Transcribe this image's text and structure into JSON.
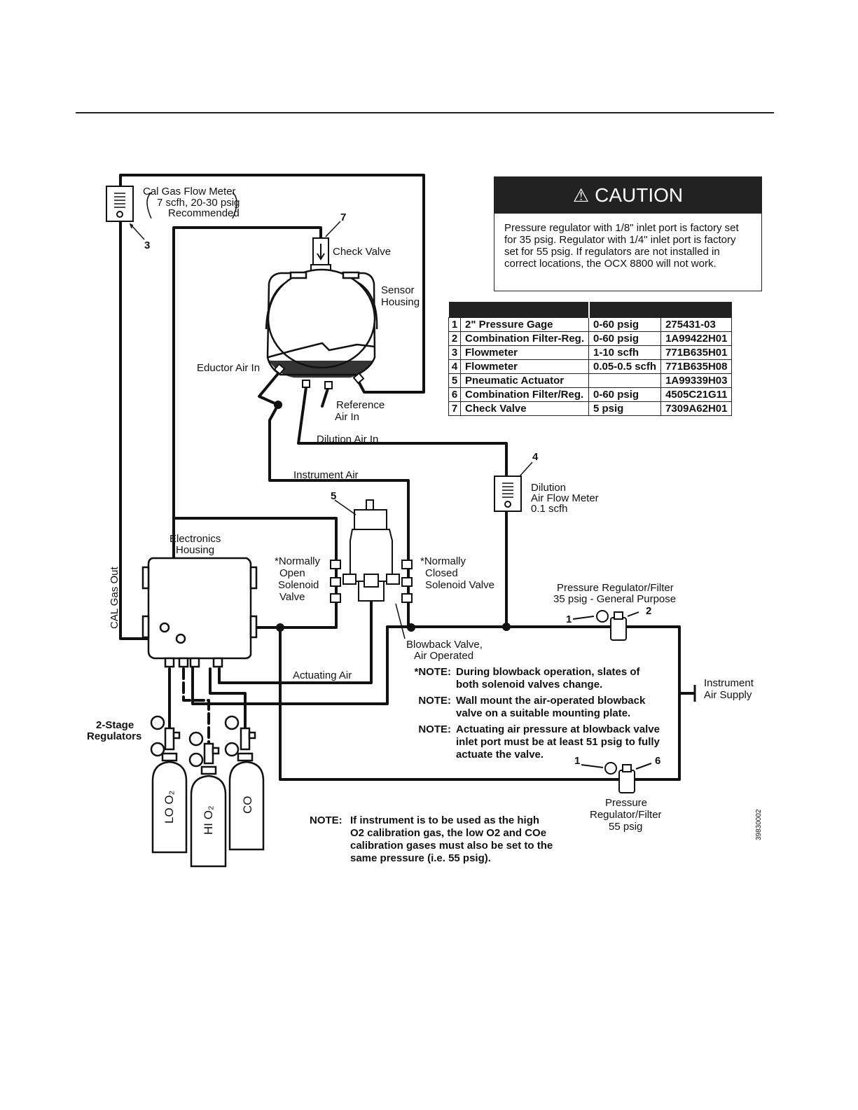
{
  "caution": {
    "title": "CAUTION",
    "text": "Pressure regulator with 1/8\" inlet port is factory set for 35 psig. Regulator with 1/4\" inlet port is factory set for 55 psig. If regulators are not installed in correct locations, the OCX 8800 will not work."
  },
  "parts": [
    {
      "no": "1",
      "name": "2\" Pressure Gage",
      "range": "0-60 psig",
      "part": "275431-03"
    },
    {
      "no": "2",
      "name": "Combination Filter-Reg.",
      "range": "0-60 psig",
      "part": "1A99422H01"
    },
    {
      "no": "3",
      "name": "Flowmeter",
      "range": "1-10 scfh",
      "part": "771B635H01"
    },
    {
      "no": "4",
      "name": "Flowmeter",
      "range": "0.05-0.5 scfh",
      "part": "771B635H08"
    },
    {
      "no": "5",
      "name": "Pneumatic Actuator",
      "range": "",
      "part": "1A99339H03"
    },
    {
      "no": "6",
      "name": "Combination Filter/Reg.",
      "range": "0-60 psig",
      "part": "4505C21G11"
    },
    {
      "no": "7",
      "name": "Check Valve",
      "range": "5 psig",
      "part": "7309A62H01"
    }
  ],
  "labels": {
    "cal_gas_flow_meter": "Cal Gas Flow Meter",
    "cal_gas_flow_spec": "7 scfh, 20-30 psig",
    "recommended": "Recommended",
    "check_valve": "Check Valve",
    "sensor": "Sensor",
    "housing": "Housing",
    "eductor_air_in": "Eductor Air In",
    "reference": "Reference",
    "air_in": "Air In",
    "dilution_air_in": "Dilution Air In",
    "instrument_air": "Instrument Air",
    "dilution": "Dilution",
    "air_flow_meter": "Air Flow Meter",
    "flow_value": "0.1  scfh",
    "electronics": "Electronics",
    "electronics_housing": "Housing",
    "normally_open_1": "*Normally",
    "normally_open_2": "Open",
    "normally_open_3": "Solenoid",
    "normally_open_4": "Valve",
    "normally_closed_1": "*Normally",
    "normally_closed_2": "Closed",
    "normally_closed_3": "Solenoid Valve",
    "prf35_1": "Pressure Regulator/Filter",
    "prf35_2": "35 psig - General Purpose",
    "cal_gas_out": "CAL Gas Out",
    "blowback_1": "Blowback Valve,",
    "blowback_2": "Air Operated",
    "actuating_air": "Actuating Air",
    "instrument_air_supply_1": "Instrument",
    "instrument_air_supply_2": "Air Supply",
    "two_stage_1": "2-Stage",
    "two_stage_2": "Regulators",
    "lo_o2": "LO O₂",
    "hi_o2": "HI O₂",
    "co": "CO",
    "prf55_1": "Pressure",
    "prf55_2": "Regulator/Filter",
    "prf55_3": "55 psig",
    "figure_id": "39830002"
  },
  "callouts": {
    "n1a": "1",
    "n2": "2",
    "n1b": "1",
    "n6": "6",
    "n3": "3",
    "n4": "4",
    "n5": "5",
    "n7": "7"
  },
  "notes": [
    {
      "key": "*NOTE:",
      "text": "During blowback operation, slates of\nboth solenoid valves change."
    },
    {
      "key": "NOTE:",
      "text": "Wall mount the air-operated blowback\nvalve on a suitable mounting plate."
    },
    {
      "key": "NOTE:",
      "text": "Actuating air pressure at blowback valve\ninlet port must be at least 51 psig to fully\nactuate the valve."
    }
  ],
  "bottom_note": {
    "key": "NOTE:",
    "text": "If instrument is to be used as the high\nO2 calibration gas, the low O2 and COe\ncalibration gases must also be set to the\nsame pressure (i.e. 55 psig)."
  }
}
